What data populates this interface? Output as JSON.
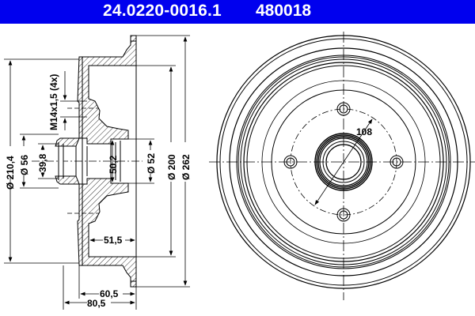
{
  "header": {
    "part_number": "24.0220-0016.1",
    "ref_number": "480018",
    "background": "#0000ee"
  },
  "section_view": {
    "dimensions": {
      "d_outer_left": "Ø 210,4",
      "d_hub_outer": "Ø 56",
      "bore_39": "39,8",
      "thread": "M14x1,5 (4x)",
      "bore_50": "50,2",
      "d_52": "Ø 52",
      "d_200": "Ø 200",
      "d_262": "Ø 262",
      "depth_51": "51,5",
      "depth_60": "60,5",
      "depth_80": "80,5"
    }
  },
  "front_view": {
    "bolt_circle": "108",
    "bolt_holes": 4
  }
}
